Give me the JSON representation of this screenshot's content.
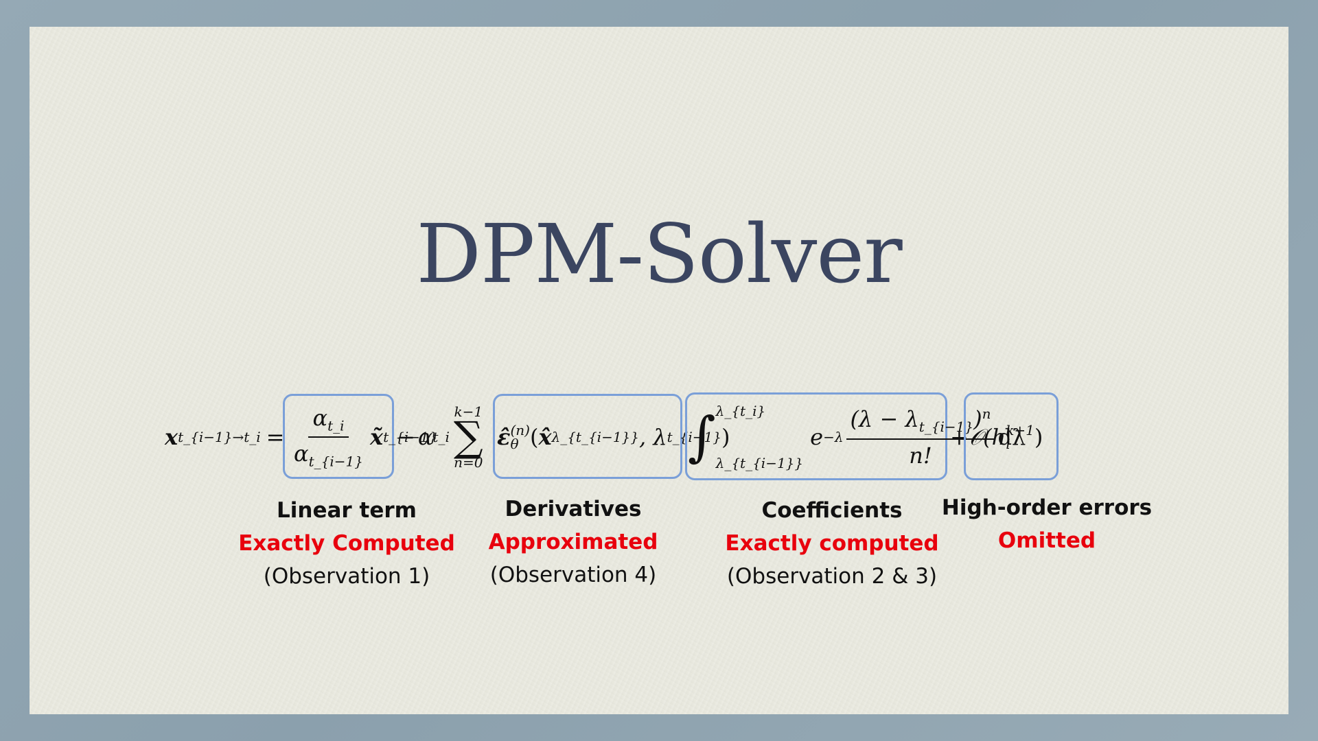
{
  "slide": {
    "title": "DPM-Solver"
  },
  "equation": {
    "lhs": "x",
    "lhs_sub": "t_{i−1}→t_i",
    "equals": "=",
    "linear_num": "α",
    "linear_num_sub": "t_i",
    "linear_den": "α",
    "linear_den_sub": "t_{i−1}",
    "linear_x": "x̃",
    "linear_x_sub": "t_{i−1}",
    "minus": "−",
    "alpha": "α",
    "alpha_sub": "t_i",
    "sum_upper": "k−1",
    "sum_symbol": "∑",
    "sum_lower": "n=0",
    "deriv_eps": "ε̂",
    "deriv_eps_sup": "(n)",
    "deriv_eps_sub": "θ",
    "deriv_args_open": "(",
    "deriv_x": "x̂",
    "deriv_x_sub": "λ_{t_{i−1}}",
    "deriv_comma": ", λ",
    "deriv_lambda_sub": "t_{i−1}",
    "deriv_args_close": ")",
    "integral_symbol": "∫",
    "integral_upper": "λ_{t_i}",
    "integral_lower": "λ_{t_{i−1}}",
    "integrand_exp": "e",
    "integrand_exp_sup": "−λ",
    "coef_num": "(λ − λ",
    "coef_num_sub": "t_{i−1}",
    "coef_num_close": ")",
    "coef_num_sup": "n",
    "coef_den": "n!",
    "dlambda": "dλ",
    "plus": "+",
    "error_O": "𝒪(h",
    "error_sub": "i",
    "error_sup": "k+1",
    "error_close": ")"
  },
  "labels": [
    {
      "name": "Linear term",
      "status": "Exactly Computed",
      "observation": "(Observation 1)"
    },
    {
      "name": "Derivatives",
      "status": "Approximated",
      "observation": "(Observation 4)"
    },
    {
      "name": "Coefficients",
      "status": "Exactly computed",
      "observation": "(Observation 2 & 3)"
    },
    {
      "name": "High-order errors",
      "status": "Omitted",
      "observation": ""
    }
  ],
  "colors": {
    "title": "#3b4560",
    "status": "#e8000d",
    "box_border": "#7a9fd8",
    "slide_bg": "#e9e9df",
    "frame_bg": "#8fa4b0"
  }
}
